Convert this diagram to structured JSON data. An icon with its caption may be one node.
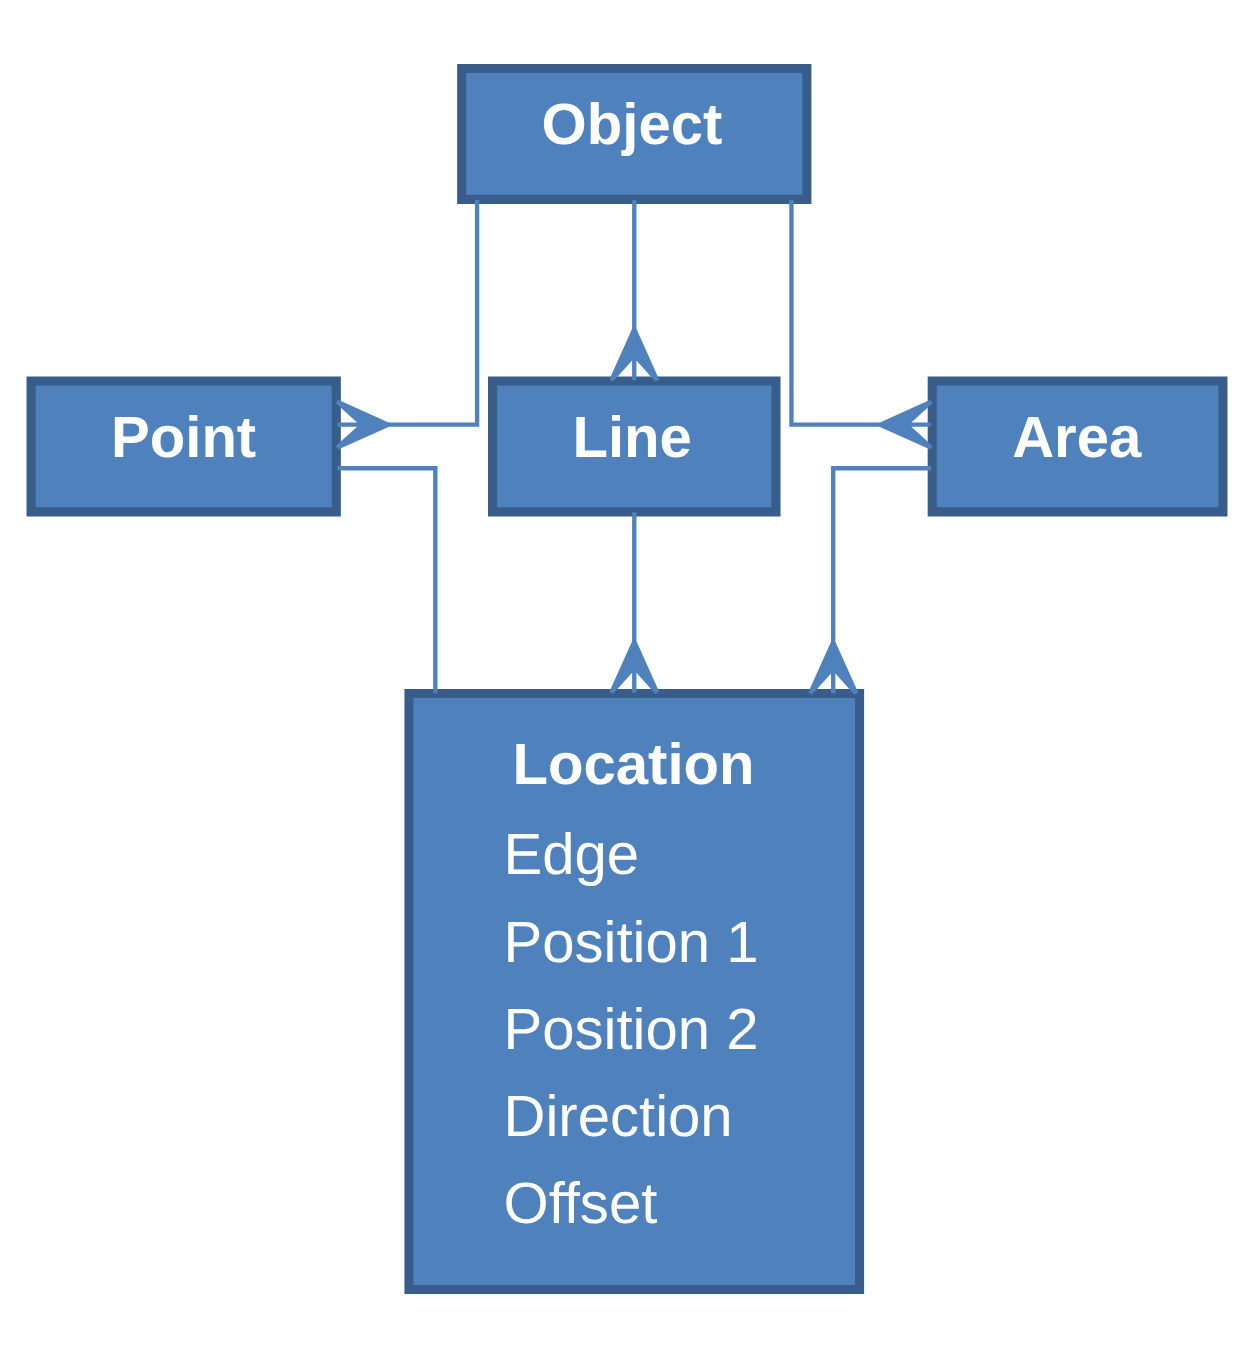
{
  "diagram": {
    "nodes": [
      {
        "text": [
          "Object"
        ]
      },
      {
        "text": [
          "Point"
        ]
      },
      {
        "text": [
          "Line"
        ]
      },
      {
        "text": [
          "Area"
        ]
      },
      {
        "text": [
          "Location",
          "Edge",
          "Position 1",
          "Position 2",
          "Direction",
          "Offset"
        ]
      }
    ],
    "edges": [
      {
        "from": 0,
        "to": 1,
        "arrow": "other"
      },
      {
        "from": 0,
        "to": 2,
        "arrow": "other"
      },
      {
        "from": 0,
        "to": 3,
        "arrow": "other"
      },
      {
        "from": 1,
        "to": 4,
        "arrow": "none"
      },
      {
        "from": 2,
        "to": 4,
        "arrow": "other"
      },
      {
        "from": 3,
        "to": 4,
        "arrow": "other"
      }
    ]
  }
}
